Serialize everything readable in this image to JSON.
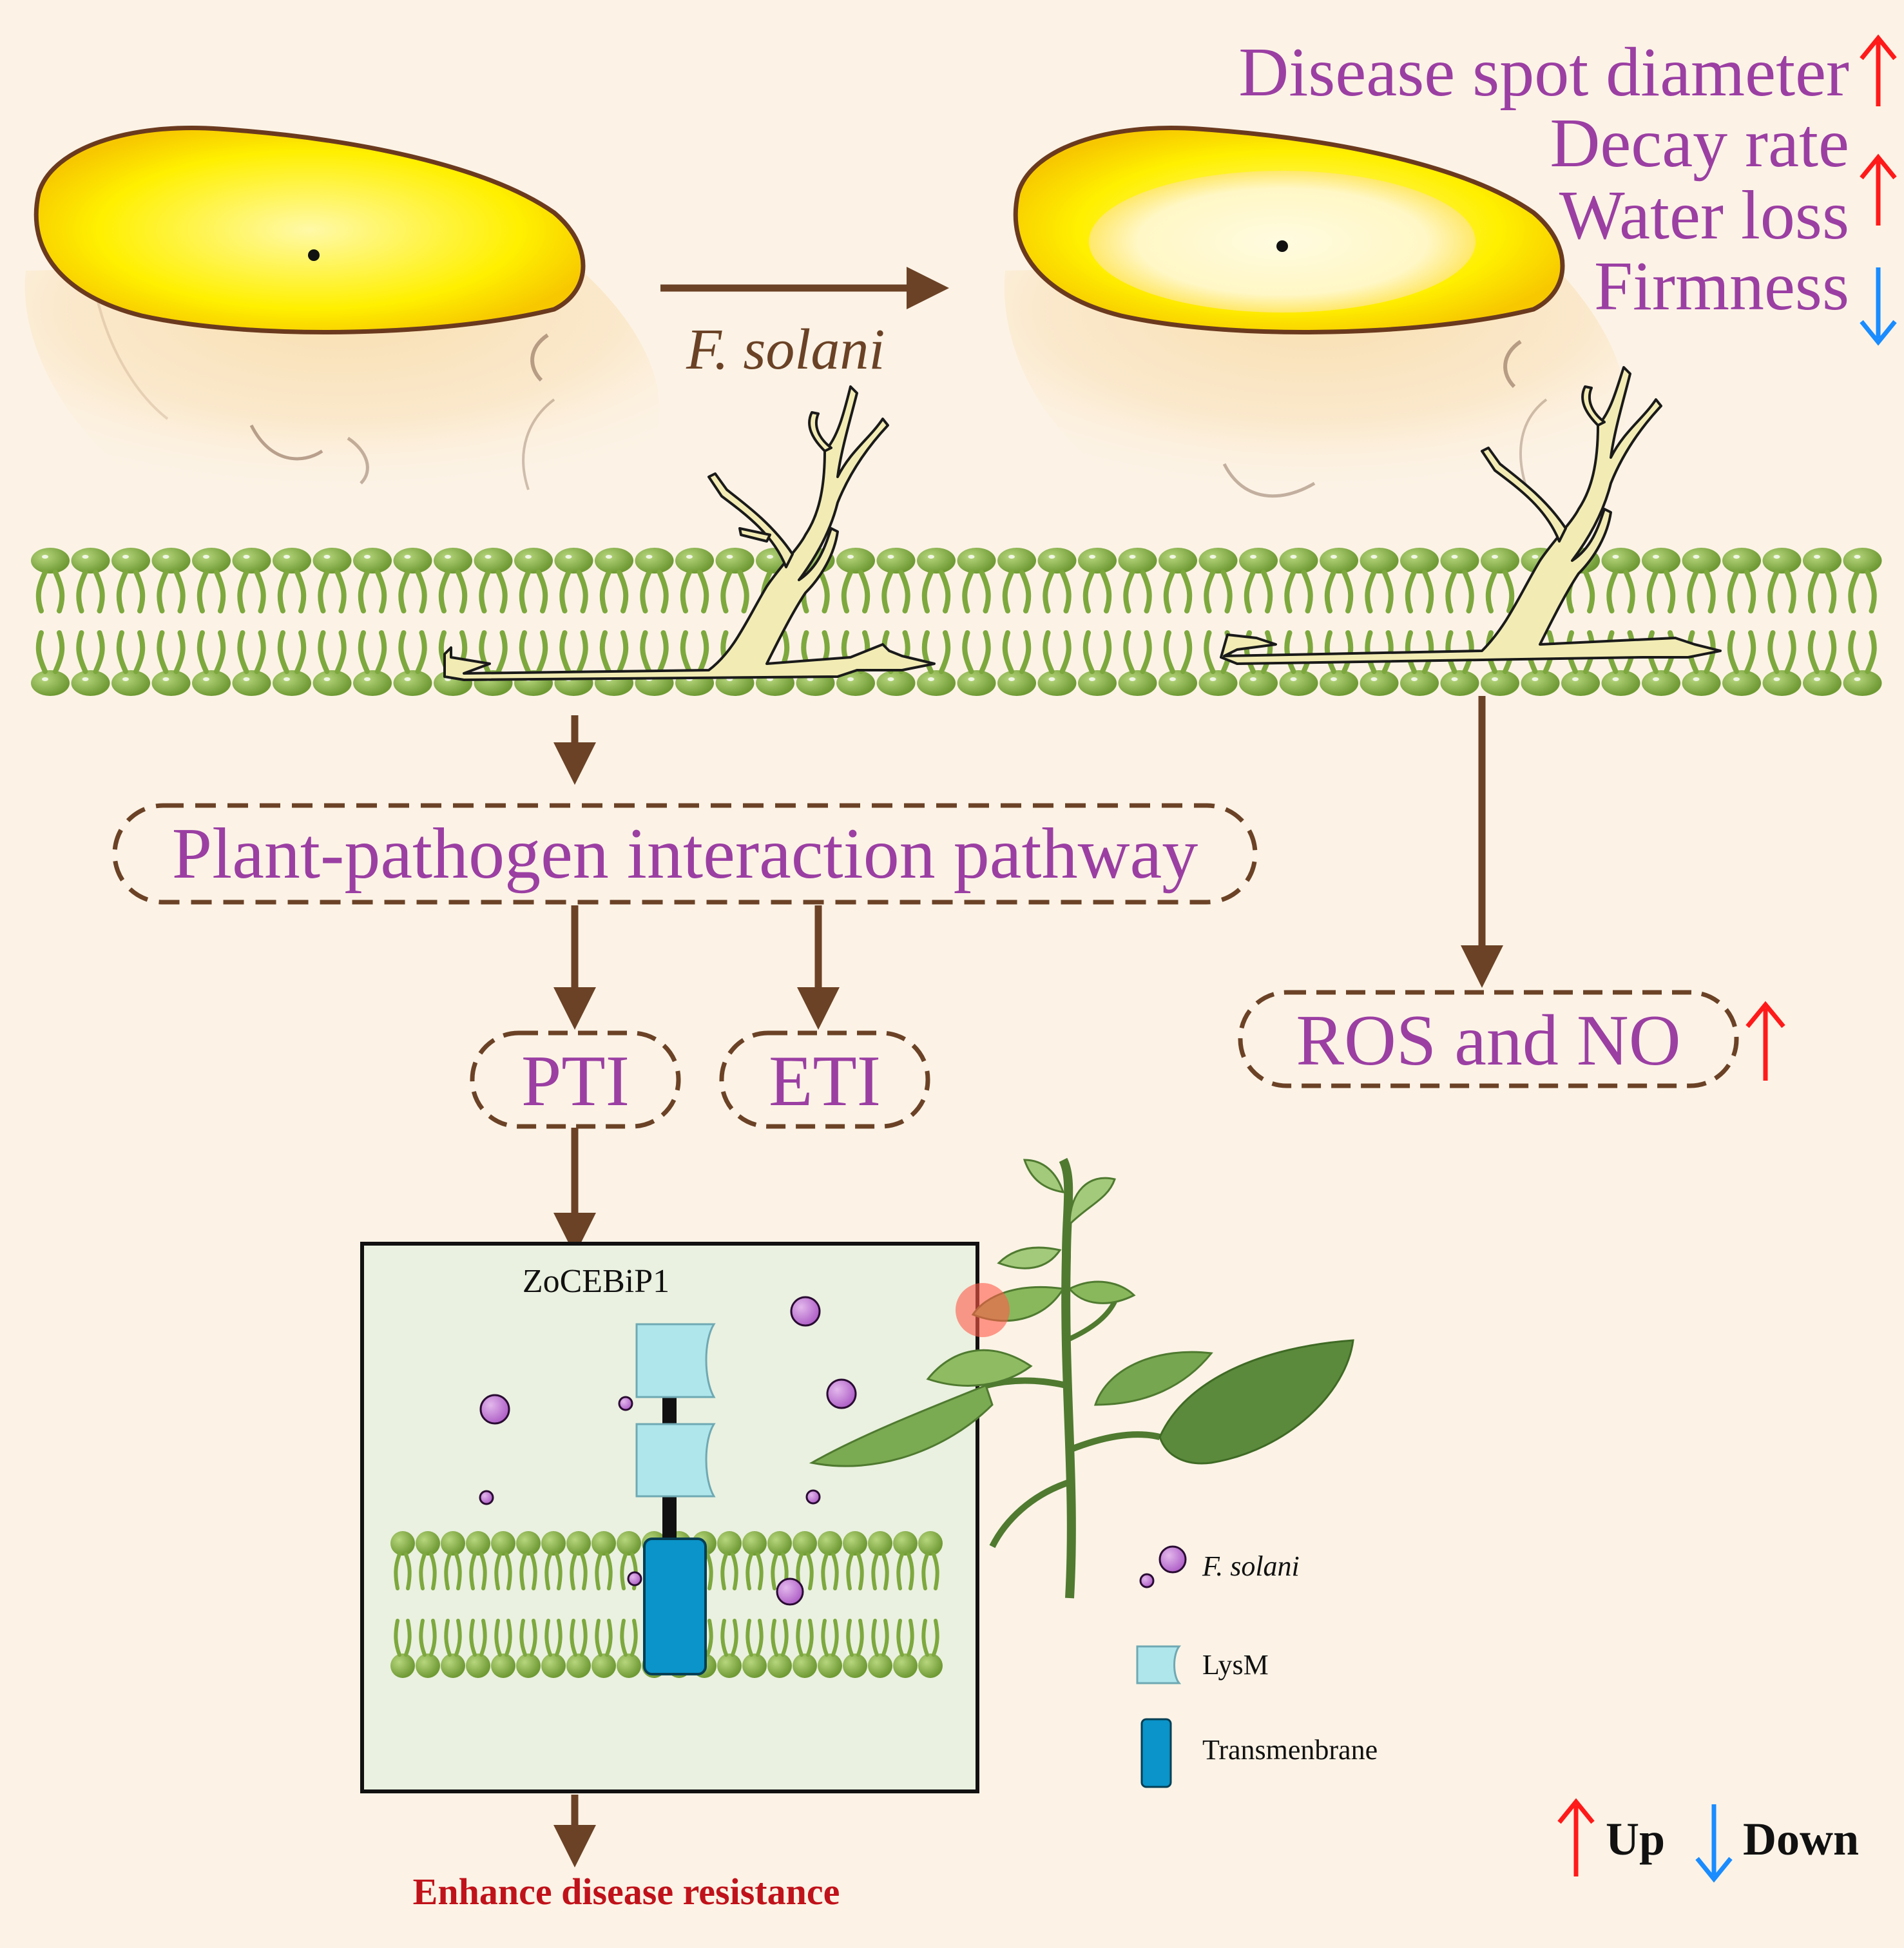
{
  "pathogen_label": "F. solani",
  "symptoms": [
    {
      "label": "Disease spot diameter",
      "trend": "up"
    },
    {
      "label": "Decay rate",
      "trend": "up"
    },
    {
      "label": "Water loss",
      "trend": "up"
    },
    {
      "label": "Firmness",
      "trend": "down"
    }
  ],
  "pathway_label": "Plant-pathogen interaction pathway",
  "pti_label": "PTI",
  "eti_label": "ETI",
  "ros_label": "ROS and NO",
  "ros_trend": "up",
  "box_title": "ZoCEBiP1",
  "outcome_label": "Enhance disease resistance",
  "legend": {
    "fsolani": "F. solani",
    "lysm": "LysM",
    "transmembrane": "Transmenbrane",
    "up": "Up",
    "down": "Down"
  },
  "colors": {
    "background": "#fcf3e6",
    "label_purple": "#9b3fa3",
    "arrow_brown": "#6b4226",
    "up_red": "#ff1a1a",
    "down_blue": "#1a8cff",
    "membrane_green": "#7da83e",
    "outcome_red": "#c0121a",
    "lysm_cyan": "#aee6ec",
    "transmembrane_blue": "#0a94c9"
  }
}
